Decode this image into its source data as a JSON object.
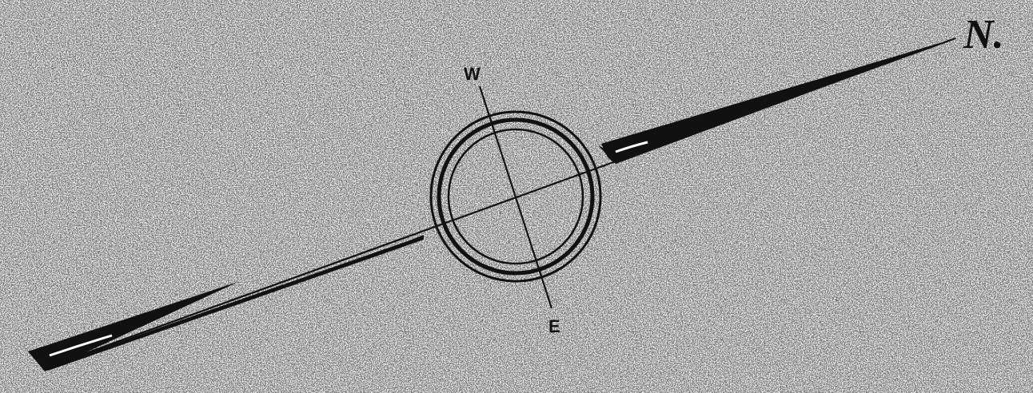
{
  "compass": {
    "labels": {
      "west": "W",
      "east": "E",
      "north": "N."
    }
  },
  "colors": {
    "ink": "#111111",
    "paper": "#ffffff",
    "speckle": "#6b6b6b"
  }
}
